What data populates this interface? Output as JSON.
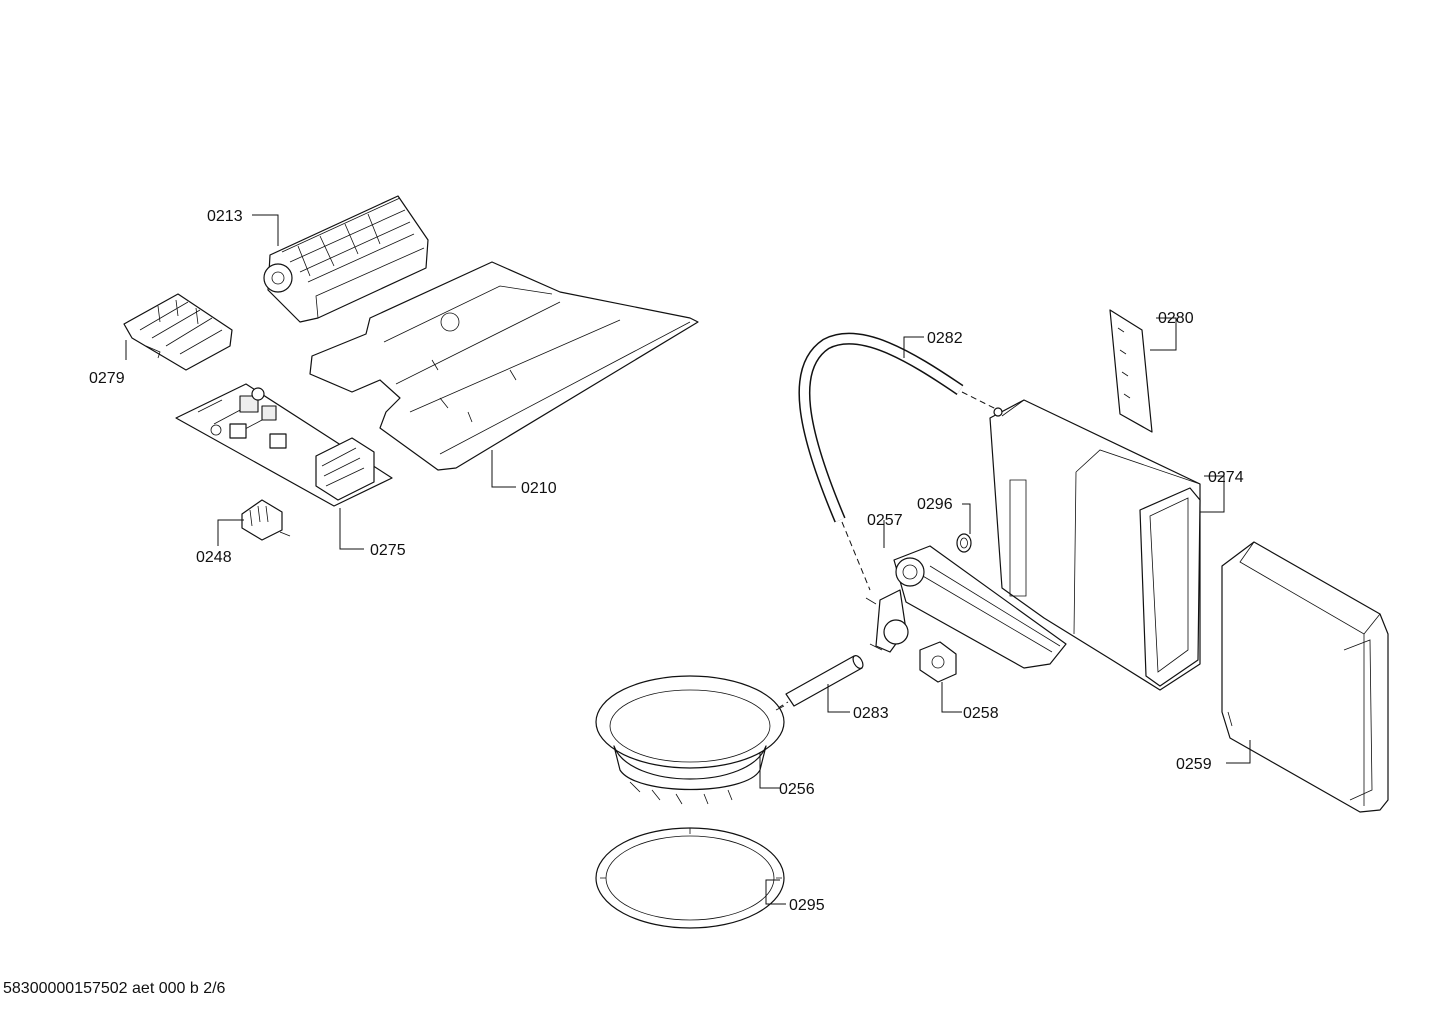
{
  "labels": {
    "p0213": "0213",
    "p0279": "0279",
    "p0210": "0210",
    "p0275": "0275",
    "p0248": "0248",
    "p0282": "0282",
    "p0280": "0280",
    "p0274": "0274",
    "p0296": "0296",
    "p0257": "0257",
    "p0283": "0283",
    "p0258": "0258",
    "p0256": "0256",
    "p0259": "0259",
    "p0295": "0295"
  },
  "footer": "58300000157502 aet 000 b 2/6"
}
